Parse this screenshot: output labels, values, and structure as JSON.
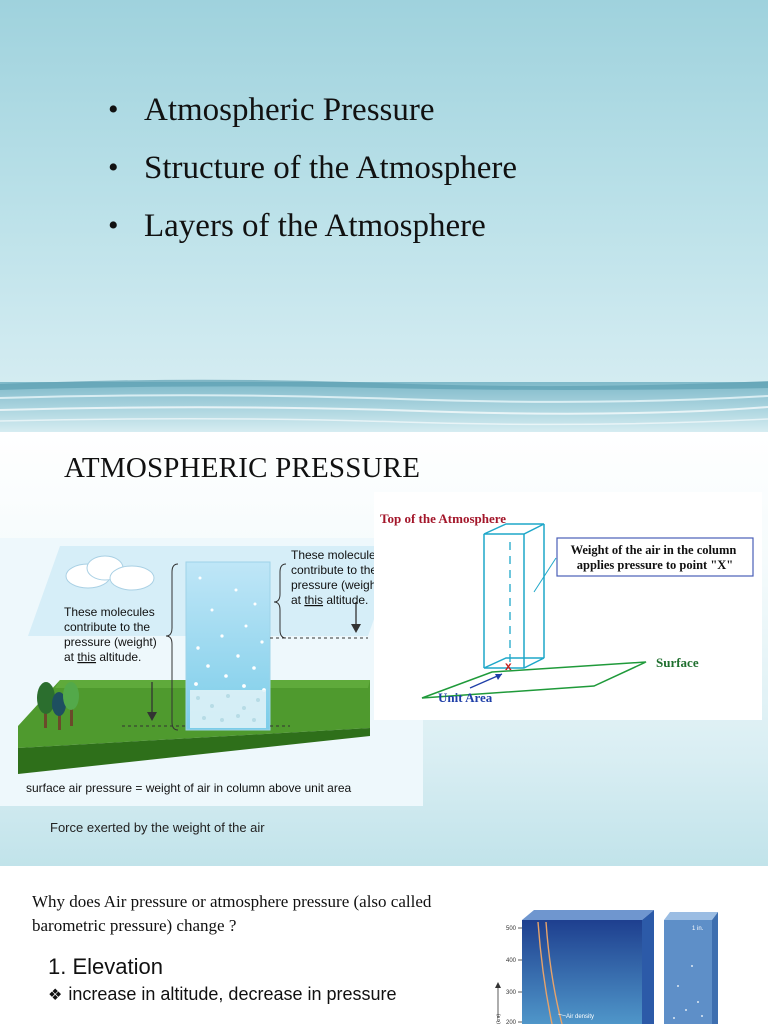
{
  "slide1": {
    "bullets": [
      "Atmospheric Pressure",
      "Structure of the Atmosphere",
      "Layers of the Atmosphere"
    ]
  },
  "slide2": {
    "title": "ATMOSPHERIC PRESSURE",
    "figure_left": {
      "label_top_1": "These molecules",
      "label_top_2": "contribute to the",
      "label_top_3": "pressure (weight)",
      "label_top_4a": "at ",
      "label_top_4b": "this",
      "label_top_4c": " altitude.",
      "label_left_1": "These molecules",
      "label_left_2": "contribute to the",
      "label_left_3": "pressure (weight)",
      "label_left_4a": "at ",
      "label_left_4b": "this",
      "label_left_4c": " altitude.",
      "bottom_formula": "surface air pressure = weight of air in column above unit area"
    },
    "figure_right": {
      "top_label": "Top of the Atmosphere",
      "box_line1": "Weight of the air in the column",
      "box_line2": "applies pressure to point \"X\"",
      "surface_label": "Surface",
      "unit_area_label": "Unit Area",
      "point_mark": "x"
    },
    "caption": "Force exerted by the weight of the air"
  },
  "slide3": {
    "question": "Why does Air pressure or atmosphere pressure (also called barometric pressure) change ?",
    "item1": "1.  Elevation",
    "sub1_marker": "❖",
    "sub1": "increase in altitude, decrease in pressure",
    "figure": {
      "ticks": [
        "500",
        "400",
        "300",
        "200"
      ],
      "density_label": "Air density",
      "axis_label": "(km)",
      "side_label": "1 in."
    }
  }
}
